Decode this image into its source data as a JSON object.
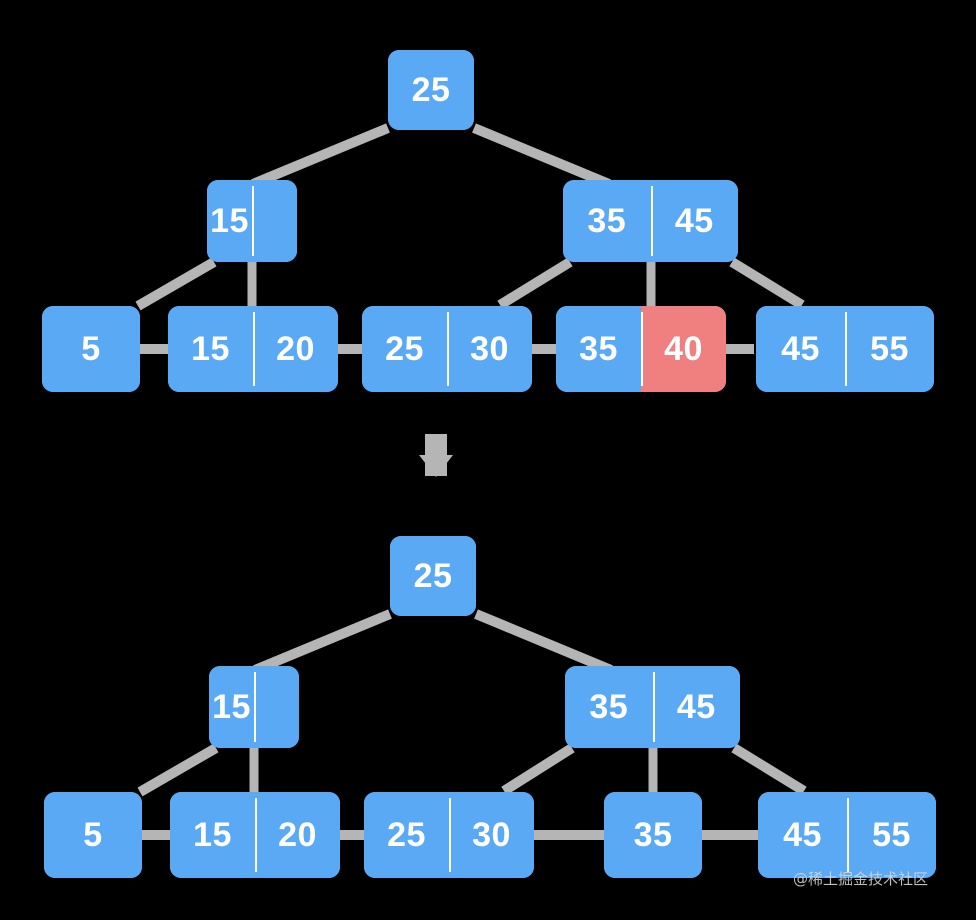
{
  "meta": {
    "title": "B+ Tree deletion of key 40",
    "colors": {
      "background": "#000000",
      "node_blue": "#5aa9f5",
      "highlight_red": "#f08080",
      "connector_gray": "#b5b5b5",
      "text_white": "#ffffff"
    }
  },
  "arrow": {
    "name": "downward-arrow",
    "glyph": "↓"
  },
  "watermark": {
    "text": "@稀土掘金技术社区"
  },
  "diagrams": [
    {
      "id": "before",
      "caption": "",
      "nodes": [
        {
          "id": "b-root",
          "role": "root",
          "cells": [
            {
              "value": "25",
              "state": "normal"
            }
          ]
        },
        {
          "id": "b-int-l",
          "role": "internal",
          "cells": [
            {
              "value": "15",
              "state": "normal"
            },
            {
              "value": "",
              "state": "empty"
            }
          ]
        },
        {
          "id": "b-int-r",
          "role": "internal",
          "cells": [
            {
              "value": "35",
              "state": "normal"
            },
            {
              "value": "45",
              "state": "normal"
            }
          ]
        },
        {
          "id": "b-leaf-1",
          "role": "leaf",
          "cells": [
            {
              "value": "5",
              "state": "normal"
            }
          ]
        },
        {
          "id": "b-leaf-2",
          "role": "leaf",
          "cells": [
            {
              "value": "15",
              "state": "normal"
            },
            {
              "value": "20",
              "state": "normal"
            }
          ]
        },
        {
          "id": "b-leaf-3",
          "role": "leaf",
          "cells": [
            {
              "value": "25",
              "state": "normal"
            },
            {
              "value": "30",
              "state": "normal"
            }
          ]
        },
        {
          "id": "b-leaf-4",
          "role": "leaf",
          "cells": [
            {
              "value": "35",
              "state": "normal"
            },
            {
              "value": "40",
              "state": "highlight"
            }
          ]
        },
        {
          "id": "b-leaf-5",
          "role": "leaf",
          "cells": [
            {
              "value": "45",
              "state": "normal"
            },
            {
              "value": "55",
              "state": "normal"
            }
          ]
        }
      ]
    },
    {
      "id": "after",
      "caption": "",
      "nodes": [
        {
          "id": "a-root",
          "role": "root",
          "cells": [
            {
              "value": "25",
              "state": "normal"
            }
          ]
        },
        {
          "id": "a-int-l",
          "role": "internal",
          "cells": [
            {
              "value": "15",
              "state": "normal"
            },
            {
              "value": "",
              "state": "empty"
            }
          ]
        },
        {
          "id": "a-int-r",
          "role": "internal",
          "cells": [
            {
              "value": "35",
              "state": "normal"
            },
            {
              "value": "45",
              "state": "normal"
            }
          ]
        },
        {
          "id": "a-leaf-1",
          "role": "leaf",
          "cells": [
            {
              "value": "5",
              "state": "normal"
            }
          ]
        },
        {
          "id": "a-leaf-2",
          "role": "leaf",
          "cells": [
            {
              "value": "15",
              "state": "normal"
            },
            {
              "value": "20",
              "state": "normal"
            }
          ]
        },
        {
          "id": "a-leaf-3",
          "role": "leaf",
          "cells": [
            {
              "value": "25",
              "state": "normal"
            },
            {
              "value": "30",
              "state": "normal"
            }
          ]
        },
        {
          "id": "a-leaf-4",
          "role": "leaf",
          "cells": [
            {
              "value": "35",
              "state": "normal"
            }
          ]
        },
        {
          "id": "a-leaf-5",
          "role": "leaf",
          "cells": [
            {
              "value": "45",
              "state": "normal"
            },
            {
              "value": "55",
              "state": "normal"
            }
          ]
        }
      ]
    }
  ]
}
